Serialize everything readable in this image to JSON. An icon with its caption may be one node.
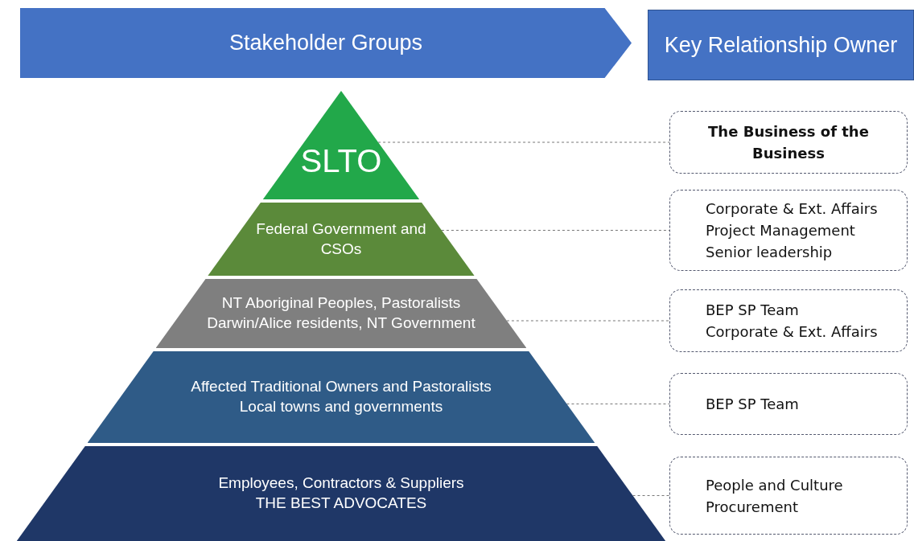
{
  "diagram": {
    "nodes": [
      {
        "text": [
          "Stakeholder Groups"
        ]
      },
      {
        "text": [
          "Key Relationship Owner"
        ]
      },
      {
        "text": [
          "SLTO"
        ]
      },
      {
        "text": [
          "Federal Government and CSOs"
        ]
      },
      {
        "text": [
          "NT Aboriginal Peoples, Pastoralists",
          "Darwin/Alice residents, NT Government"
        ]
      },
      {
        "text": [
          "Affected Traditional Owners and Pastoralists",
          "Local towns and governments"
        ]
      },
      {
        "text": [
          "Employees, Contractors & Suppliers",
          "THE BEST ADVOCATES"
        ]
      },
      {
        "text": [
          "The Business of the Business"
        ]
      },
      {
        "text": [
          "Corporate & Ext. Affairs",
          "Project Management",
          "Senior leadership"
        ]
      },
      {
        "text": [
          "BEP SP Team",
          "Corporate & Ext. Affairs"
        ]
      },
      {
        "text": [
          "BEP SP Team"
        ]
      },
      {
        "text": [
          "People and Culture",
          "Procurement"
        ]
      }
    ],
    "edges": [
      {
        "from": 2,
        "to": 7,
        "arrow": "none",
        "style": "dashed"
      },
      {
        "from": 3,
        "to": 8,
        "arrow": "none",
        "style": "dashed"
      },
      {
        "from": 4,
        "to": 9,
        "arrow": "none",
        "style": "dashed"
      },
      {
        "from": 5,
        "to": 10,
        "arrow": "none",
        "style": "dashed"
      },
      {
        "from": 6,
        "to": 11,
        "arrow": "none",
        "style": "dashed"
      }
    ]
  }
}
